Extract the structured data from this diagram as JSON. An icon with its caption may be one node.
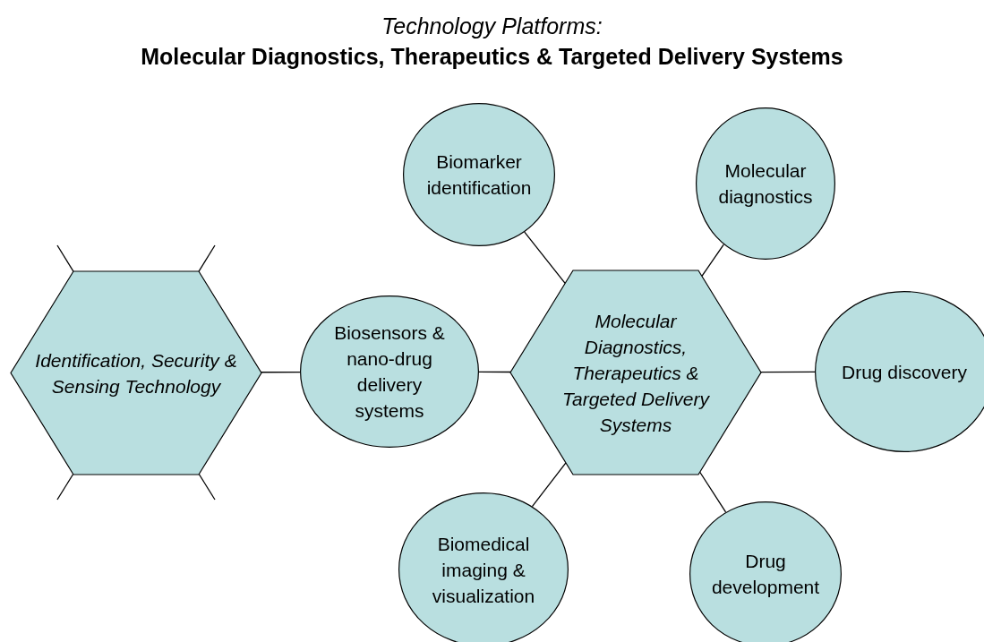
{
  "diagram": {
    "title": "Technology Platforms: Molecular Diagnostics, Therapeutics & Targeted Delivery Systems",
    "nodes": [
      {
        "text": [
          "Identification, Security & Sensing Technology"
        ]
      },
      {
        "text": [
          "Biosensors & nano-drug delivery systems"
        ]
      },
      {
        "text": [
          "Biomarker identification"
        ]
      },
      {
        "text": [
          "Molecular diagnostics"
        ]
      },
      {
        "text": [
          "Molecular Diagnostics, Therapeutics & Targeted Delivery Systems"
        ]
      },
      {
        "text": [
          "Drug discovery"
        ]
      },
      {
        "text": [
          "Biomedical imaging & visualization"
        ]
      },
      {
        "text": [
          "Drug development"
        ]
      }
    ],
    "edges": [
      {
        "from": 0,
        "to": 1,
        "arrow": "none"
      },
      {
        "from": 1,
        "to": 4,
        "arrow": "none"
      },
      {
        "from": 4,
        "to": 2,
        "arrow": "none"
      },
      {
        "from": 4,
        "to": 3,
        "arrow": "none"
      },
      {
        "from": 4,
        "to": 5,
        "arrow": "none"
      },
      {
        "from": 4,
        "to": 6,
        "arrow": "none"
      },
      {
        "from": 4,
        "to": 7,
        "arrow": "none"
      },
      {
        "from": 0,
        "to": null,
        "arrow": "none"
      },
      {
        "from": 0,
        "to": null,
        "arrow": "none"
      },
      {
        "from": 0,
        "to": null,
        "arrow": "none"
      },
      {
        "from": 0,
        "to": null,
        "arrow": "none"
      }
    ]
  }
}
